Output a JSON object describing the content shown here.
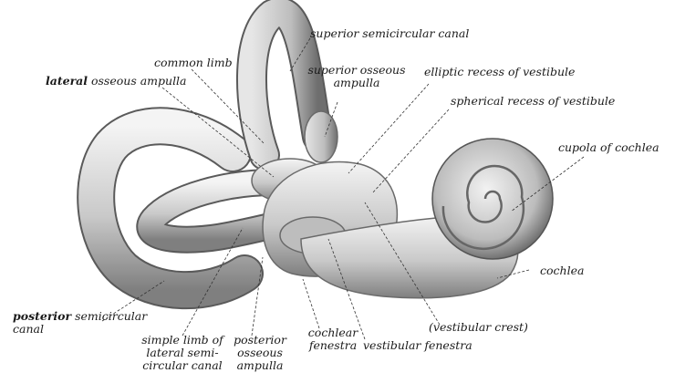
{
  "labels": {
    "superior_semicircular_canal": "superior semicircular canal",
    "common_limb": "common limb",
    "lateral_osseous_ampulla": {
      "strong": "lateral",
      "rest": " osseous ampulla"
    },
    "superior_osseous_ampulla": [
      "superior osseous",
      "ampulla"
    ],
    "elliptic_recess": "elliptic recess of vestibule",
    "spherical_recess": "spherical recess of vestibule",
    "cupola_of_cochlea": "cupola of cochlea",
    "cochlea": "cochlea",
    "posterior_semicircular_canal": {
      "strong": "posterior",
      "rest": " semicircular",
      "line2": "canal"
    },
    "simple_limb": [
      "simple limb of",
      "lateral semi-",
      "circular canal"
    ],
    "posterior_osseous_ampulla": [
      "posterior",
      "osseous",
      "ampulla"
    ],
    "cochlear_fenestra": [
      "cochlear",
      "fenestra"
    ],
    "vestibular_fenestra": "vestibular fenestra",
    "vestibular_crest": "(vestibular crest)"
  }
}
